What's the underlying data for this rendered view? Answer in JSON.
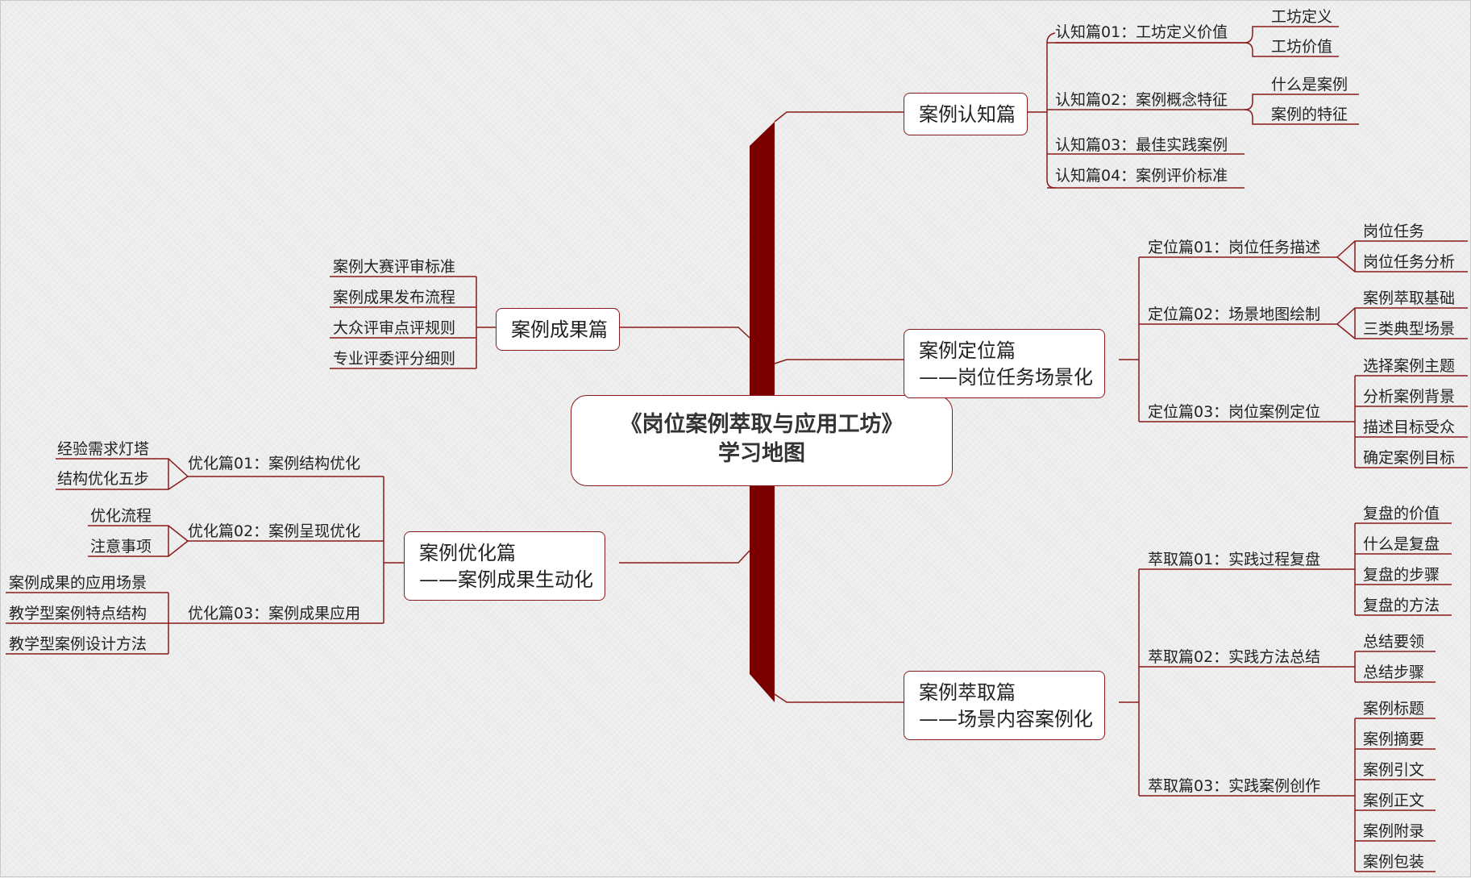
{
  "central": {
    "line1": "《岗位案例萃取与应用工坊》",
    "line2": "学习地图"
  },
  "colors": {
    "line": "#8b1a1a",
    "trunk": "#7a0000",
    "background": "#eeeeee"
  },
  "right_branches": [
    {
      "title": "案例认知篇",
      "subtitle": "",
      "subs": [
        {
          "label": "认知篇01：工坊定义价值",
          "leaves": [
            "工坊定义",
            "工坊价值"
          ]
        },
        {
          "label": "认知篇02：案例概念特征",
          "leaves": [
            "什么是案例",
            "案例的特征"
          ]
        },
        {
          "label": "认知篇03：最佳实践案例",
          "leaves": []
        },
        {
          "label": "认知篇04：案例评价标准",
          "leaves": []
        }
      ]
    },
    {
      "title": "案例定位篇",
      "subtitle": "——岗位任务场景化",
      "subs": [
        {
          "label": "定位篇01：岗位任务描述",
          "leaves": [
            "岗位任务",
            "岗位任务分析"
          ]
        },
        {
          "label": "定位篇02：场景地图绘制",
          "leaves": [
            "案例萃取基础",
            "三类典型场景"
          ]
        },
        {
          "label": "定位篇03：岗位案例定位",
          "leaves": [
            "选择案例主题",
            "分析案例背景",
            "描述目标受众",
            "确定案例目标"
          ]
        }
      ]
    },
    {
      "title": "案例萃取篇",
      "subtitle": "——场景内容案例化",
      "subs": [
        {
          "label": "萃取篇01：实践过程复盘",
          "leaves": [
            "复盘的价值",
            "什么是复盘",
            "复盘的步骤",
            "复盘的方法"
          ]
        },
        {
          "label": "萃取篇02：实践方法总结",
          "leaves": [
            "总结要领",
            "总结步骤"
          ]
        },
        {
          "label": "萃取篇03：实践案例创作",
          "leaves": [
            "案例标题",
            "案例摘要",
            "案例引文",
            "案例正文",
            "案例附录",
            "案例包装"
          ]
        }
      ]
    }
  ],
  "left_branches": [
    {
      "title": "案例成果篇",
      "subtitle": "",
      "subs": [
        {
          "label": "案例大赛评审标准",
          "leaves": []
        },
        {
          "label": "案例成果发布流程",
          "leaves": []
        },
        {
          "label": "大众评审点评规则",
          "leaves": []
        },
        {
          "label": "专业评委评分细则",
          "leaves": []
        }
      ]
    },
    {
      "title": "案例优化篇",
      "subtitle": "——案例成果生动化",
      "subs": [
        {
          "label": "优化篇01：案例结构优化",
          "leaves": [
            "经验需求灯塔",
            "结构优化五步"
          ]
        },
        {
          "label": "优化篇02：案例呈现优化",
          "leaves": [
            "优化流程",
            "注意事项"
          ]
        },
        {
          "label": "优化篇03：案例成果应用",
          "leaves": [
            "案例成果的应用场景",
            "教学型案例特点结构",
            "教学型案例设计方法"
          ]
        }
      ]
    }
  ]
}
